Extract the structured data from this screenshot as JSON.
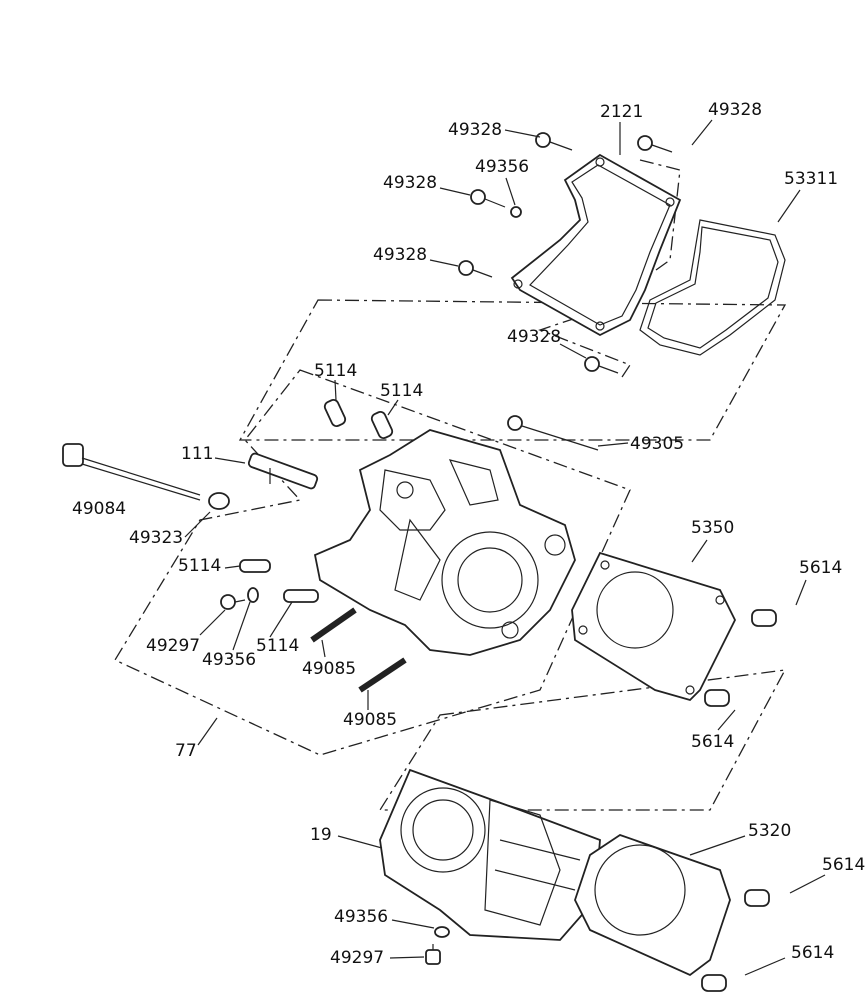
{
  "diagram": {
    "background": "#ffffff",
    "line_color": "#222222",
    "callouts": [
      "49328",
      "2121",
      "49328",
      "49356",
      "53311",
      "49328",
      "49328",
      "49328",
      "5114",
      "5114",
      "49305",
      "111",
      "49084",
      "49323",
      "5114",
      "49297",
      "49356",
      "5114",
      "49085",
      "49085",
      "77",
      "5350",
      "5614",
      "5614",
      "19",
      "5320",
      "5614",
      "49356",
      "49297",
      "5614"
    ]
  }
}
